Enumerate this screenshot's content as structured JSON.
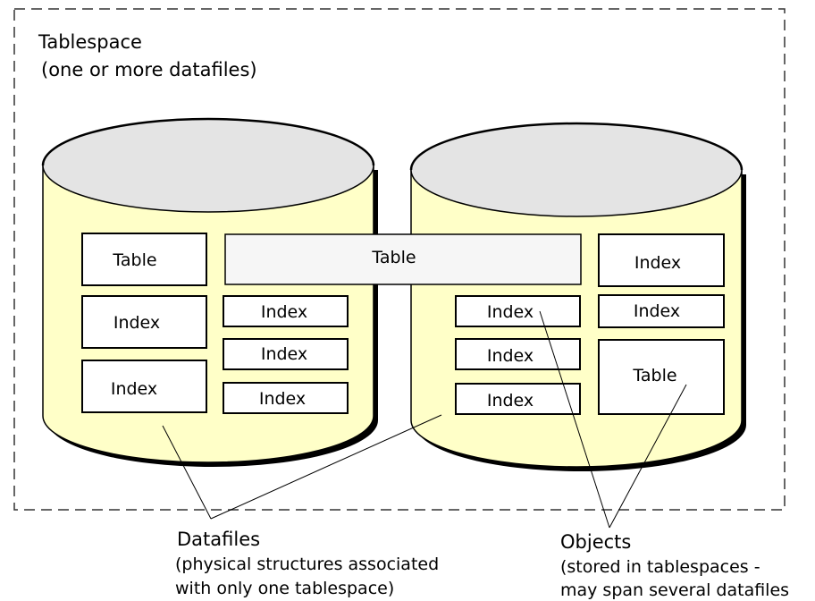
{
  "tablespace": {
    "title": "Tablespace",
    "subtitle": "(one or more datafiles)"
  },
  "left_datafile": {
    "boxes": [
      "Table",
      "Index",
      "Index"
    ],
    "mid_column": [
      "Index",
      "Index",
      "Index"
    ]
  },
  "spanning_table": "Table",
  "right_datafile": {
    "inner_column": [
      "Index",
      "Index",
      "Index"
    ],
    "right_column": [
      "Index",
      "Index",
      "Table"
    ]
  },
  "datafiles_callout": {
    "title": "Datafiles",
    "line1": "(physical structures associated",
    "line2": "with only one tablespace)"
  },
  "objects_callout": {
    "title": "Objects",
    "line1": "(stored in tablespaces -",
    "line2": "may span several datafiles"
  },
  "colors": {
    "cylinder_body": "#ffffc8",
    "cylinder_top": "#e4e4e4",
    "box_fill": "#ffffff",
    "spanning_box_fill": "#f6f6f6",
    "outline": "#000000",
    "dashed_border": "#333333"
  }
}
